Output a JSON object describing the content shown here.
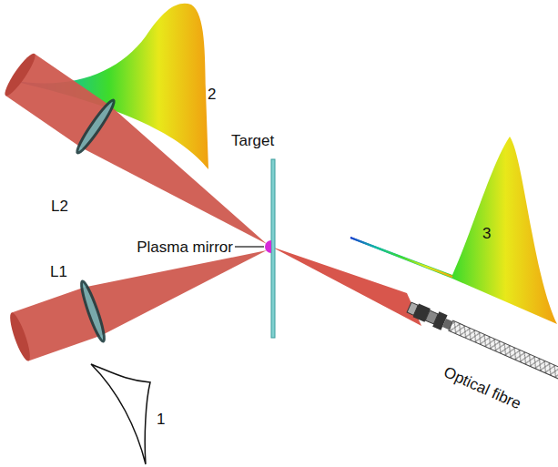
{
  "diagram": {
    "labels": [
      "2",
      "Target",
      "L2",
      "Plasma mirror",
      "L1",
      "1",
      "3",
      "Optical fibre"
    ]
  }
}
